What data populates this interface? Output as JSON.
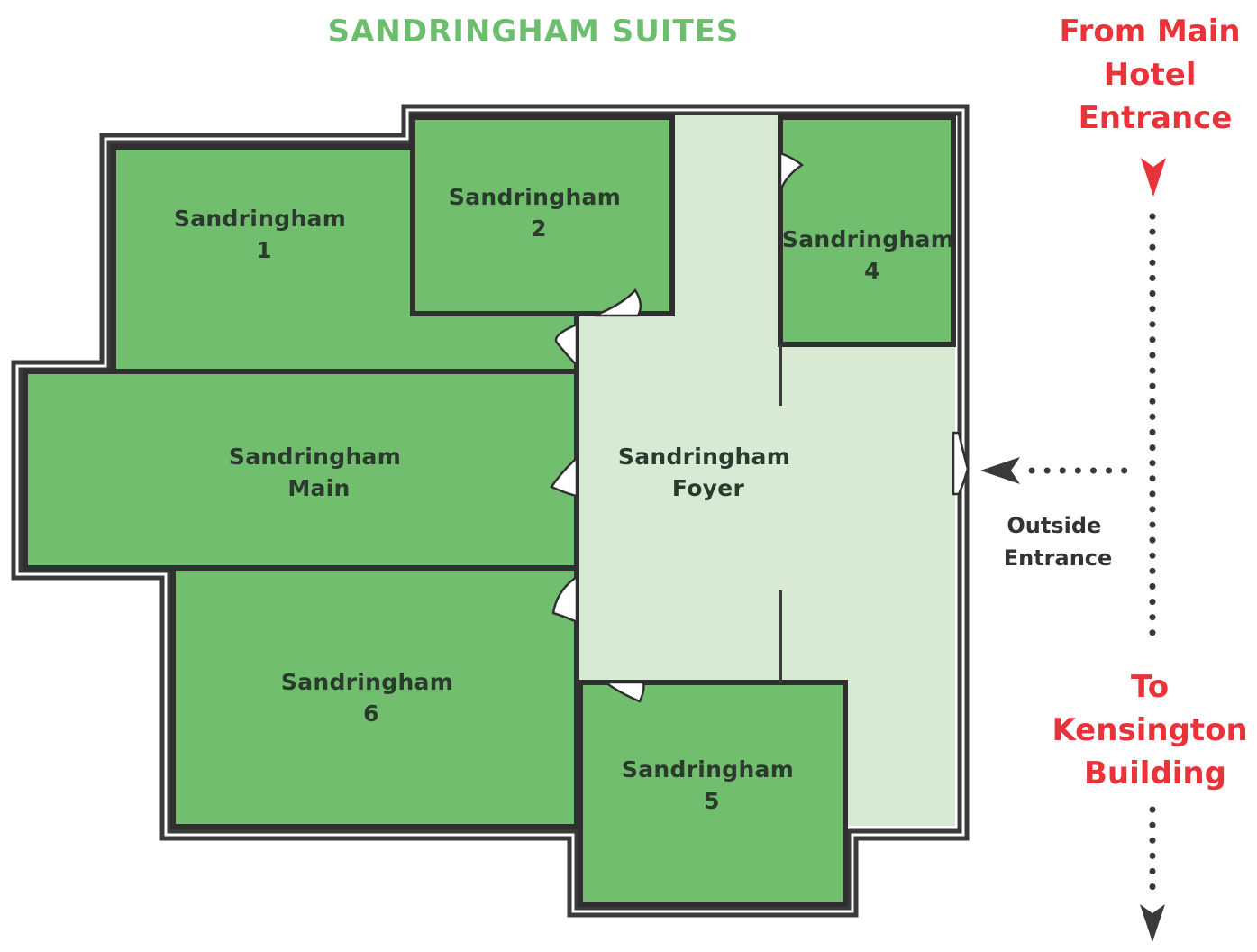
{
  "title": "SANDRINGHAM SUITES",
  "rooms": {
    "s1": {
      "line1": "Sandringham",
      "line2": "1"
    },
    "s2": {
      "line1": "Sandringham",
      "line2": "2"
    },
    "s4": {
      "line1": "Sandringham",
      "line2": "4"
    },
    "main": {
      "line1": "Sandringham",
      "line2": "Main"
    },
    "foyer": {
      "line1": "Sandringham",
      "line2": "Foyer"
    },
    "s6": {
      "line1": "Sandringham",
      "line2": "6"
    },
    "s5": {
      "line1": "Sandringham",
      "line2": "5"
    }
  },
  "directions": {
    "from_main": {
      "line1": "From Main",
      "line2": "Hotel",
      "line3": "Entrance"
    },
    "to_kensington": {
      "line1": "To",
      "line2": "Kensington",
      "line3": "Building"
    },
    "outside": {
      "line1": "Outside",
      "line2": "Entrance"
    }
  },
  "colors": {
    "title": "#6dbd6e",
    "room": "#71bf6e",
    "foyer": "#d9ead4",
    "wall": "#3a3a3a",
    "accent_red": "#e8333a",
    "arrow": "#3a3a3a"
  }
}
